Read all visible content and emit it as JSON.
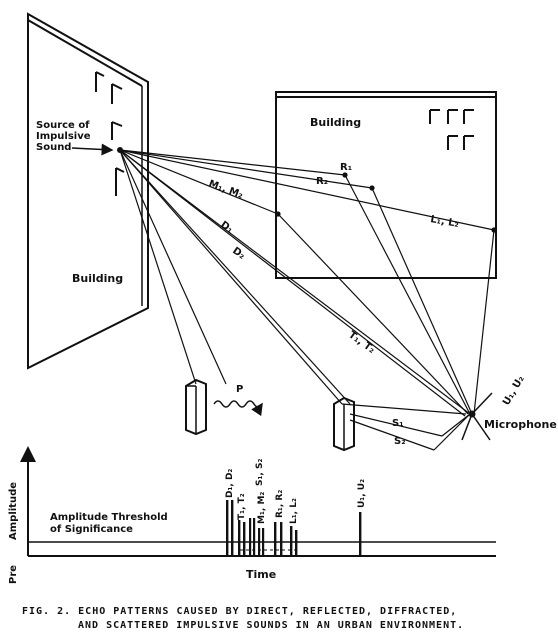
{
  "labels": {
    "source_line1": "Source of",
    "source_line2": "Impulsive",
    "source_line3": "Sound",
    "building_left": "Building",
    "building_right": "Building",
    "microphone": "Microphone",
    "r1": "R₁",
    "r2": "R₂",
    "m1m2": "M₁, M₂",
    "l1l2": "L₁, L₂",
    "d1": "D₁",
    "d2": "D₂",
    "t1t2": "T₁, T₂",
    "u1u2": "U₁, U₂",
    "s1": "S₁",
    "s2": "S₂",
    "p": "P"
  },
  "graph": {
    "ylabel": "Amplitude",
    "xlabel": "Time",
    "pre": "Pre",
    "threshold_line1": "Amplitude Threshold",
    "threshold_line2": "of Significance",
    "spike_labels": {
      "d1d2": "D₁, D₂",
      "t1t2": "T₁, T₂",
      "r1r2": "R₁, R₂",
      "m1m2": "M₁, M₂",
      "s1s2": "S₁, S₂",
      "l1l2": "L₁, L₂",
      "u1u2": "U₁, U₂"
    }
  },
  "caption": {
    "line1": "FIG. 2.  ECHO PATTERNS CAUSED BY DIRECT, REFLECTED, DIFFRACTED,",
    "line2": "AND SCATTERED IMPULSIVE SOUNDS IN AN URBAN ENVIRONMENT."
  }
}
